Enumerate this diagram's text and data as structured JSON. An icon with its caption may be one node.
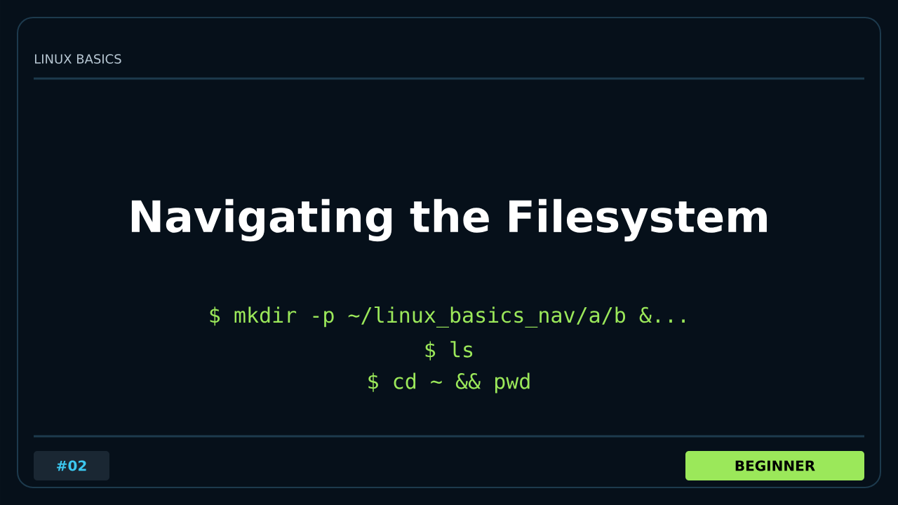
{
  "diagram": {
    "title": "Navigating the Filesystem",
    "nodes": [
      {
        "text": [
          "#02"
        ]
      },
      {
        "text": [
          "BEGINNER"
        ]
      }
    ],
    "edges": [],
    "labels": [
      "LINUX BASICS",
      "$ mkdir -p ~/linux_basics_nav/a/b &...",
      "$ ls",
      "$ cd ~ && pwd"
    ]
  }
}
